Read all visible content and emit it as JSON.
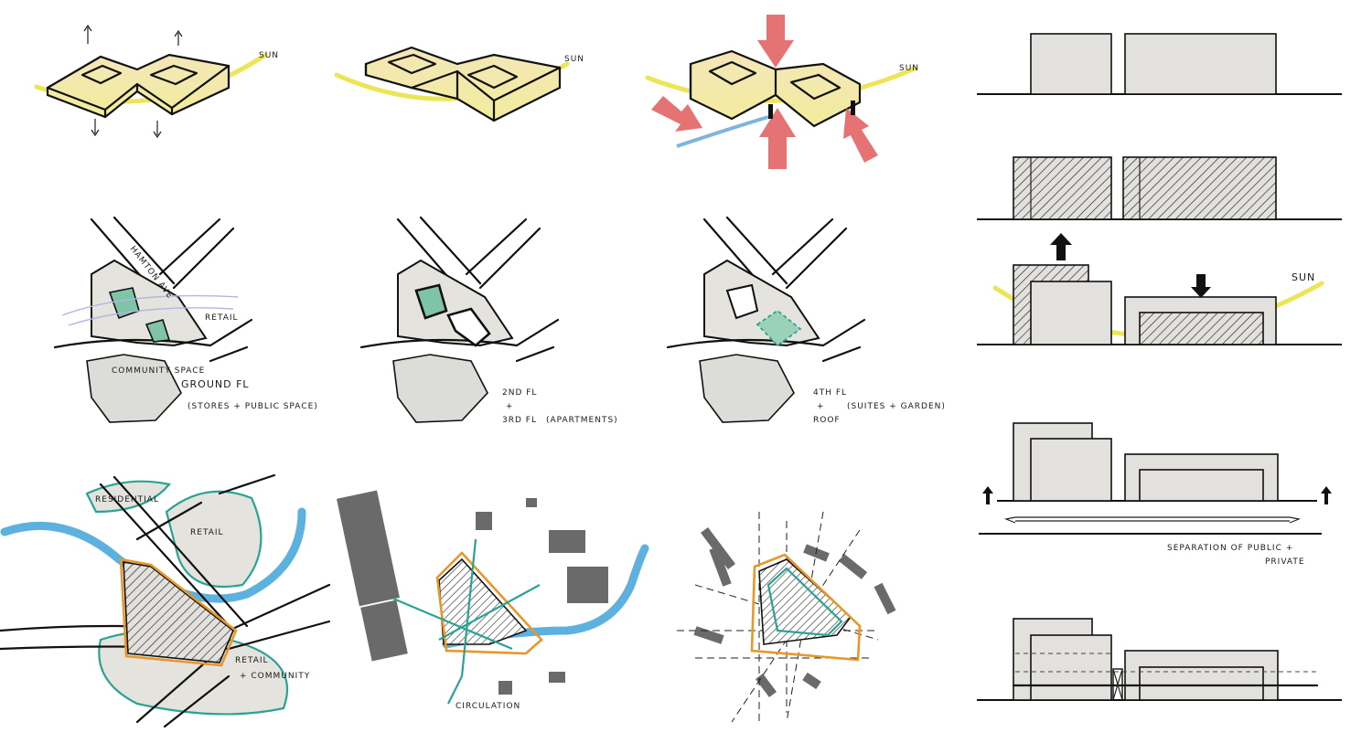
{
  "massing": {
    "sun_label_1": "SUN",
    "sun_label_2": "SUN",
    "sun_label_3": "SUN"
  },
  "floor_plans": {
    "street_label": "HAMTON AVE",
    "retail_label": "RETAIL",
    "community_label": "COMMUNITY SPACE",
    "ground_title": "GROUND FL",
    "ground_note": "(STORES + PUBLIC SPACE)",
    "second_title_a": "2ND FL",
    "second_title_plus": "+",
    "second_title_b": "3RD FL",
    "second_note": "(APARTMENTS)",
    "fourth_title_a": "4TH FL",
    "fourth_title_plus": "+",
    "fourth_title_b": "ROOF",
    "fourth_note": "(SUITES + GARDEN)"
  },
  "site_analysis": {
    "residential_label": "RESIDENTIAL",
    "retail_label": "RETAIL",
    "retail_community_a": "RETAIL",
    "retail_community_b": "+ COMMUNITY",
    "circulation_label": "CIRCULATION"
  },
  "sections": {
    "sun_label": "SUN",
    "separation_a": "SEPARATION OF PUBLIC +",
    "separation_b": "PRIVATE"
  },
  "colors": {
    "sun": "#e9e23a",
    "wind": "#e05a5a",
    "river": "#4aa8dc",
    "zone": "#2aa394",
    "site_boundary": "#e8972a"
  }
}
